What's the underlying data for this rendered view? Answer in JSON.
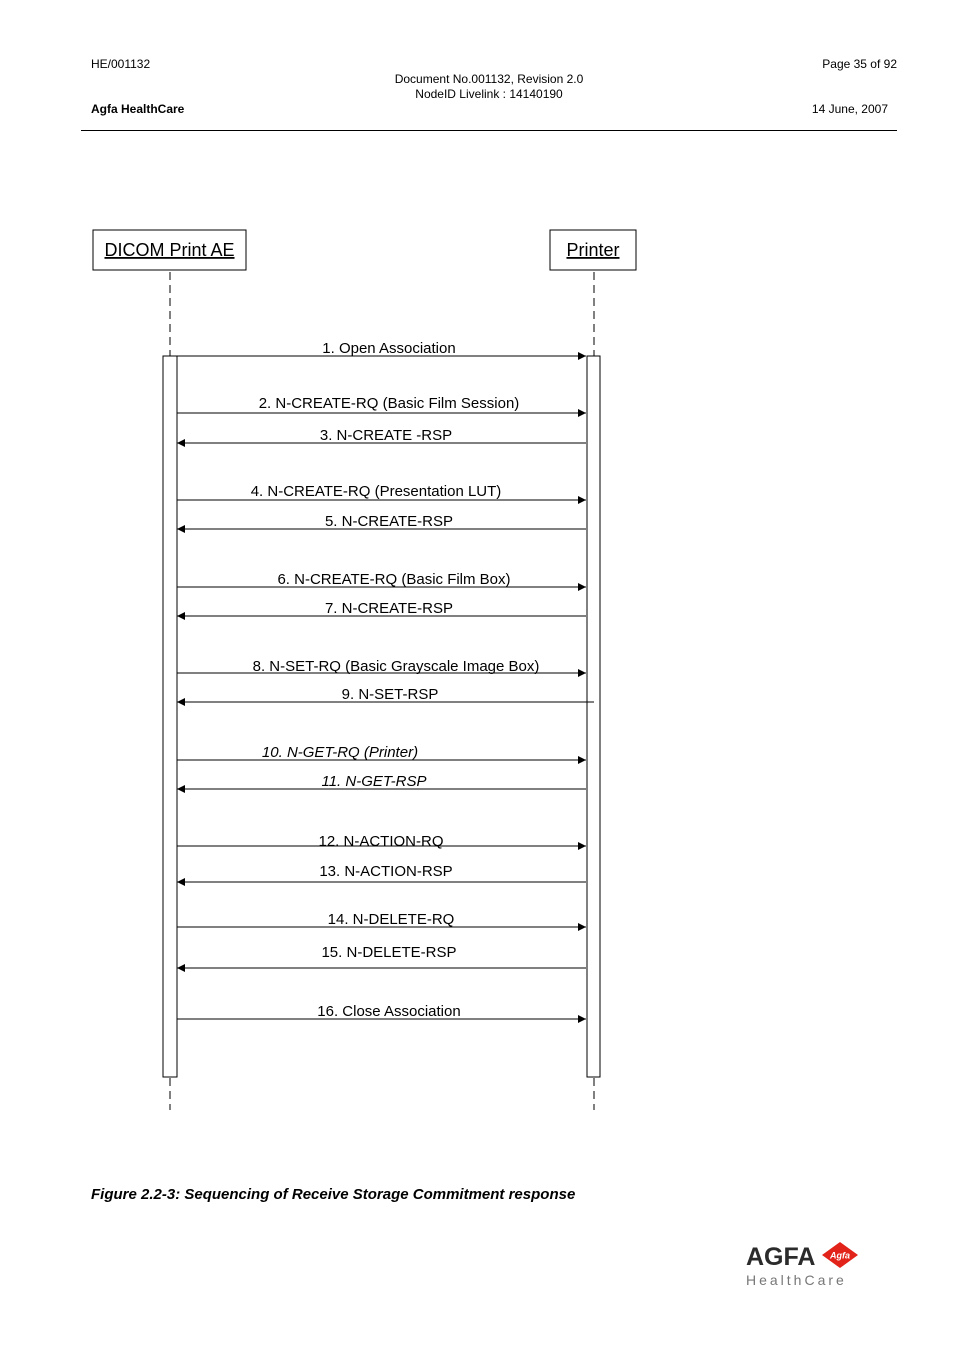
{
  "header": {
    "doc_ref": "HE/001132",
    "company": "Agfa HealthCare",
    "doc_number": "Document No.001132, Revision 2.0",
    "node_id": "NodeID Livelink : 14140190",
    "page": "Page 35 of 92",
    "date": "14 June, 2007"
  },
  "diagram": {
    "participants": [
      {
        "label": "DICOM Print AE"
      },
      {
        "label": "Printer"
      }
    ],
    "messages": [
      {
        "label": "1. Open Association",
        "direction": "right",
        "italic": false
      },
      {
        "label": "2. N-CREATE-RQ (Basic Film Session)",
        "direction": "right",
        "italic": false
      },
      {
        "label": "3. N-CREATE -RSP",
        "direction": "left",
        "italic": false
      },
      {
        "label": "4. N-CREATE-RQ (Presentation LUT)",
        "direction": "right",
        "italic": false
      },
      {
        "label": "5. N-CREATE-RSP",
        "direction": "left",
        "italic": false
      },
      {
        "label": "6. N-CREATE-RQ (Basic Film Box)",
        "direction": "right",
        "italic": false
      },
      {
        "label": "7. N-CREATE-RSP",
        "direction": "left",
        "italic": false
      },
      {
        "label": "8. N-SET-RQ (Basic Grayscale Image Box)",
        "direction": "right",
        "italic": false
      },
      {
        "label": "9. N-SET-RSP",
        "direction": "left",
        "italic": false
      },
      {
        "label": "10. N-GET-RQ (Printer)",
        "direction": "right",
        "italic": true
      },
      {
        "label": "11. N-GET-RSP",
        "direction": "left",
        "italic": true
      },
      {
        "label": "12. N-ACTION-RQ",
        "direction": "right",
        "italic": false
      },
      {
        "label": "13. N-ACTION-RSP",
        "direction": "left",
        "italic": false
      },
      {
        "label": "14. N-DELETE-RQ",
        "direction": "right",
        "italic": false
      },
      {
        "label": "15. N-DELETE-RSP",
        "direction": "left",
        "italic": false
      },
      {
        "label": "16. Close Association",
        "direction": "right",
        "italic": false
      }
    ]
  },
  "caption": "Figure 2.2-3: Sequencing of Receive Storage Commitment response",
  "logo": {
    "brand": "AGFA",
    "badge": "Agfa",
    "sub": "HealthCare",
    "color": "#e2231a",
    "text_color": "#2b2b2b",
    "sub_color": "#777777"
  }
}
